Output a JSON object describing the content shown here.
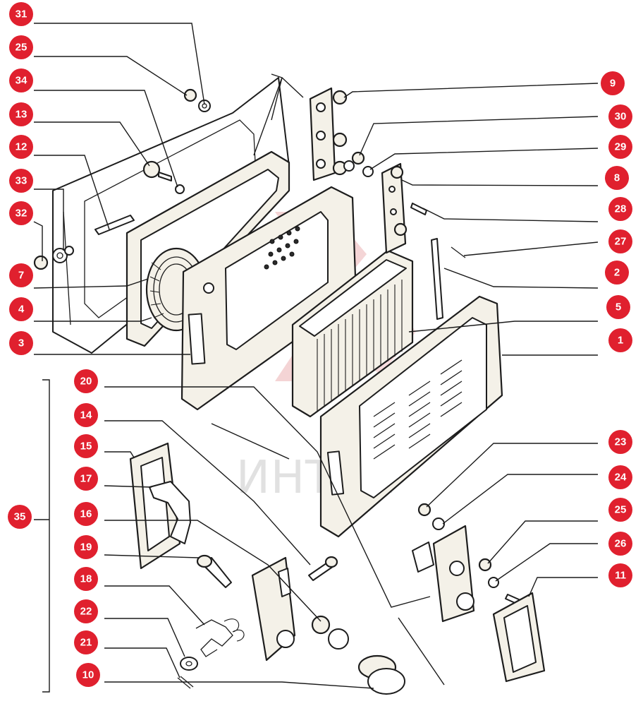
{
  "colors": {
    "badge": "#e0202e",
    "badge_text": "#ffffff",
    "line": "#1a1a1a",
    "paper": "#ffffff",
    "part_fill": "#f4f1e8",
    "watermark": "#e7a1a4"
  },
  "watermark": {
    "text": "ИНТЕХ",
    "logo": "intech-logo"
  },
  "callouts": [
    {
      "id": "c-31",
      "label": "31"
    },
    {
      "id": "c-25a",
      "label": "25"
    },
    {
      "id": "c-34",
      "label": "34"
    },
    {
      "id": "c-13",
      "label": "13"
    },
    {
      "id": "c-12",
      "label": "12"
    },
    {
      "id": "c-33",
      "label": "33"
    },
    {
      "id": "c-32",
      "label": "32"
    },
    {
      "id": "c-7",
      "label": "7"
    },
    {
      "id": "c-4",
      "label": "4"
    },
    {
      "id": "c-3",
      "label": "3"
    },
    {
      "id": "c-9",
      "label": "9"
    },
    {
      "id": "c-30",
      "label": "30"
    },
    {
      "id": "c-29",
      "label": "29"
    },
    {
      "id": "c-8",
      "label": "8"
    },
    {
      "id": "c-28",
      "label": "28"
    },
    {
      "id": "c-27",
      "label": "27"
    },
    {
      "id": "c-2",
      "label": "2"
    },
    {
      "id": "c-5",
      "label": "5"
    },
    {
      "id": "c-1",
      "label": "1"
    },
    {
      "id": "c-20",
      "label": "20"
    },
    {
      "id": "c-14",
      "label": "14"
    },
    {
      "id": "c-15",
      "label": "15"
    },
    {
      "id": "c-17",
      "label": "17"
    },
    {
      "id": "c-16",
      "label": "16"
    },
    {
      "id": "c-19",
      "label": "19"
    },
    {
      "id": "c-18",
      "label": "18"
    },
    {
      "id": "c-22",
      "label": "22"
    },
    {
      "id": "c-21",
      "label": "21"
    },
    {
      "id": "c-10",
      "label": "10"
    },
    {
      "id": "c-35",
      "label": "35"
    },
    {
      "id": "c-23",
      "label": "23"
    },
    {
      "id": "c-24",
      "label": "24"
    },
    {
      "id": "c-25b",
      "label": "25"
    },
    {
      "id": "c-26",
      "label": "26"
    },
    {
      "id": "c-11",
      "label": "11"
    }
  ]
}
